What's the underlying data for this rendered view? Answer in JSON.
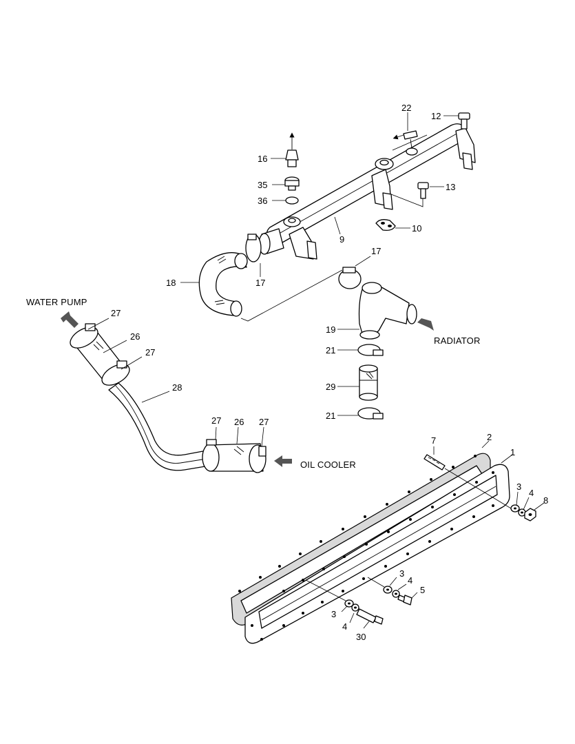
{
  "captions": {
    "water_pump": "WATER PUMP",
    "radiator": "RADIATOR",
    "oil_cooler": "OIL COOLER"
  },
  "callouts": {
    "c22": "22",
    "c12": "12",
    "c16": "16",
    "c13": "13",
    "c35": "35",
    "c36": "36",
    "c10": "10",
    "c9": "9",
    "c17a": "17",
    "c17b": "17",
    "c18": "18",
    "c19": "19",
    "c21a": "21",
    "c29": "29",
    "c21b": "21",
    "c27a": "27",
    "c26a": "26",
    "c27b": "27",
    "c28": "28",
    "c27c": "27",
    "c26b": "26",
    "c27d": "27",
    "c7": "7",
    "c2": "2",
    "c1": "1",
    "c3a": "3",
    "c4a": "4",
    "c8": "8",
    "c3b": "3",
    "c4b": "4",
    "c5": "5",
    "c3c": "3",
    "c4c": "4",
    "c30": "30"
  }
}
